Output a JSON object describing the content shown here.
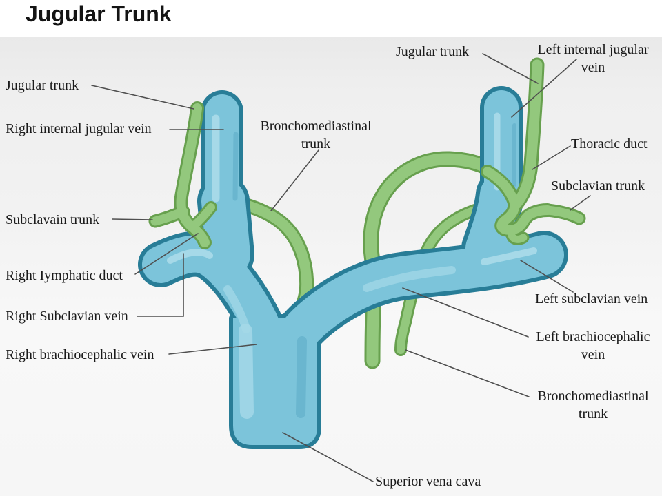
{
  "title": "Jugular Trunk",
  "colors": {
    "vein_fill": "#7cc4da",
    "vein_outline": "#287d97",
    "vein_highlight": "#abdcea",
    "vein_shadow": "#58a8c3",
    "lymph_fill": "#93c87d",
    "lymph_outline": "#67a04e",
    "leader_line": "#4f4f4f",
    "background": "#f1f1f1",
    "header_background": "#ffffff",
    "label_text": "#1a1a1a"
  },
  "labels": {
    "jugular_trunk_left": "Jugular trunk",
    "right_internal_jugular_vein": "Right internal jugular vein",
    "subclavain_trunk": "Subclavain trunk",
    "right_lymphatic_duct": "Right Iymphatic duct",
    "right_subclavian_vein": "Right Subclavian vein",
    "right_brachiocephalic_vein": "Right brachiocephalic vein",
    "bronchomediastinal_trunk_left": "Bronchomediastinal trunk",
    "jugular_trunk_top": "Jugular trunk",
    "left_internal_jugular_vein": "Left internal jugular vein",
    "thoracic_duct": "Thoracic duct",
    "subclavian_trunk_right": "Subclavian trunk",
    "left_subclavian_vein": "Left subclavian vein",
    "left_brachiocephalic_vein": "Left brachiocephalic vein",
    "bronchomediastinal_trunk_right": "Bronchomediastinal trunk",
    "superior_vena_cava": "Superior vena cava"
  }
}
